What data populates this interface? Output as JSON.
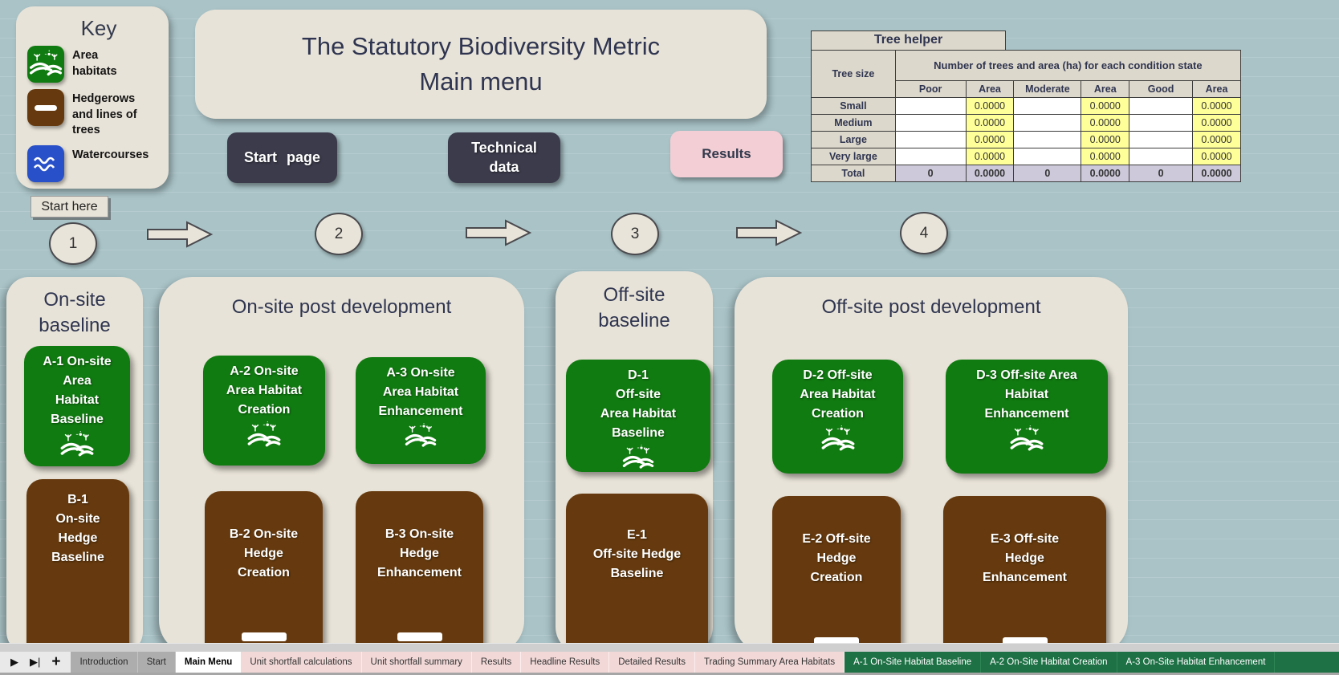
{
  "colors": {
    "background": "#a9c3c7",
    "panel_beige": "#e8e3d8",
    "area_green": "#107b10",
    "hedge_brown": "#663a0e",
    "watercourse_blue": "#2850c8",
    "dark_button": "#3b3b4c",
    "results_pink": "#f3ced4",
    "cell_yellow": "#ffff99",
    "total_lavender": "#cdc9da",
    "tab_green": "#1e7145",
    "tab_pink": "#f2d9d8"
  },
  "key": {
    "title": "Key",
    "items": [
      {
        "label": "Area\nhabitats"
      },
      {
        "label": "Hedgerows\nand lines of\ntrees"
      },
      {
        "label": "Watercourses"
      }
    ]
  },
  "header": {
    "line1": "The Statutory Biodiversity Metric",
    "line2": "Main menu"
  },
  "nav_buttons": {
    "start_page": "Start page",
    "technical_data": "Technical\ndata",
    "results": "Results"
  },
  "tree_helper": {
    "title": "Tree helper",
    "corner": "Tree size",
    "span_header": "Number of trees and area (ha) for each condition state",
    "columns": [
      "Poor",
      "Area",
      "Moderate",
      "Area",
      "Good",
      "Area"
    ],
    "rows": [
      {
        "label": "Small",
        "cells": [
          "",
          "0.0000",
          "",
          "0.0000",
          "",
          "0.0000"
        ]
      },
      {
        "label": "Medium",
        "cells": [
          "",
          "0.0000",
          "",
          "0.0000",
          "",
          "0.0000"
        ]
      },
      {
        "label": "Large",
        "cells": [
          "",
          "0.0000",
          "",
          "0.0000",
          "",
          "0.0000"
        ]
      },
      {
        "label": "Very large",
        "cells": [
          "",
          "0.0000",
          "",
          "0.0000",
          "",
          "0.0000"
        ]
      }
    ],
    "total": {
      "label": "Total",
      "cells": [
        "0",
        "0.0000",
        "0",
        "0.0000",
        "0",
        "0.0000"
      ]
    }
  },
  "flow": {
    "start_here": "Start here",
    "step1": "1",
    "step2": "2",
    "step3": "3",
    "step4": "4"
  },
  "sections": [
    {
      "title": "On-site\nbaseline",
      "buttons": [
        {
          "label": "A-1 On-site\nArea\nHabitat\nBaseline"
        },
        {
          "label": "B-1\nOn-site\nHedge\nBaseline"
        }
      ]
    },
    {
      "title": "On-site post development",
      "buttons": [
        {
          "label": "A-2 On-site\nArea Habitat\nCreation"
        },
        {
          "label": "A-3 On-site\nArea Habitat\nEnhancement"
        },
        {
          "label": "B-2 On-site\nHedge\nCreation"
        },
        {
          "label": "B-3 On-site\nHedge\nEnhancement"
        }
      ]
    },
    {
      "title": "Off-site\nbaseline",
      "buttons": [
        {
          "label": "D-1\nOff-site\nArea Habitat\nBaseline"
        },
        {
          "label": "E-1\nOff-site Hedge\nBaseline"
        }
      ]
    },
    {
      "title": "Off-site post development",
      "buttons": [
        {
          "label": "D-2 Off-site\nArea Habitat\nCreation"
        },
        {
          "label": "D-3 Off-site Area\nHabitat\nEnhancement"
        },
        {
          "label": "E-2 Off-site\nHedge\nCreation"
        },
        {
          "label": "E-3 Off-site\nHedge\nEnhancement"
        }
      ]
    }
  ],
  "tabbar": {
    "tabs": [
      {
        "label": "Introduction"
      },
      {
        "label": "Start"
      },
      {
        "label": "Main Menu"
      },
      {
        "label": "Unit shortfall calculations"
      },
      {
        "label": "Unit shortfall summary"
      },
      {
        "label": "Results"
      },
      {
        "label": "Headline Results"
      },
      {
        "label": "Detailed Results"
      },
      {
        "label": "Trading Summary Area Habitats"
      },
      {
        "label": "A-1 On-Site Habitat Baseline"
      },
      {
        "label": "A-2 On-Site Habitat Creation"
      },
      {
        "label": "A-3 On-Site Habitat Enhancement"
      }
    ]
  }
}
